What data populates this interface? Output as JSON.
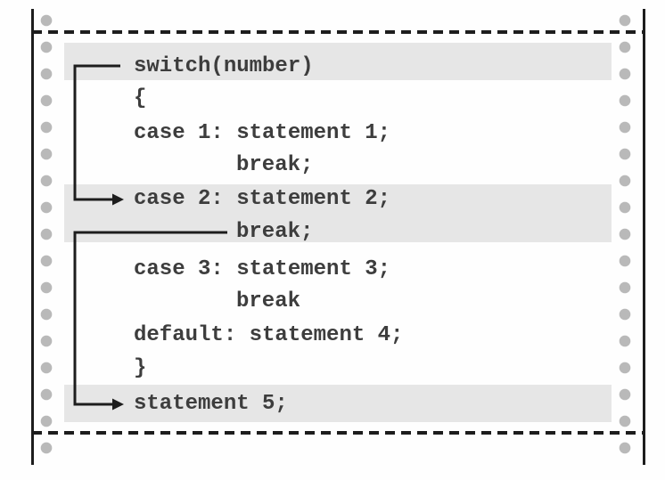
{
  "code": {
    "lines": [
      "switch(number)",
      "{",
      "case 1: statement 1;",
      "break;",
      "case 2: statement 2;",
      "break;",
      "case 3: statement 3;",
      "break",
      "default: statement 4;",
      "}",
      "statement 5;"
    ],
    "indented_line_indexes": [
      3,
      5,
      7
    ],
    "highlighted_line_indexes": [
      0,
      4,
      5,
      10
    ]
  },
  "arrows": [
    {
      "from": "switch(number)",
      "to": "case 2: statement 2;"
    },
    {
      "from": "break;",
      "to": "statement 5;"
    }
  ],
  "colors": {
    "highlight_band": "#e6e6e6",
    "ink": "#1d1d1d",
    "code_text": "#3d3d3d",
    "perforation_dot": "#b9b9b9",
    "paper": "#fefefe"
  }
}
